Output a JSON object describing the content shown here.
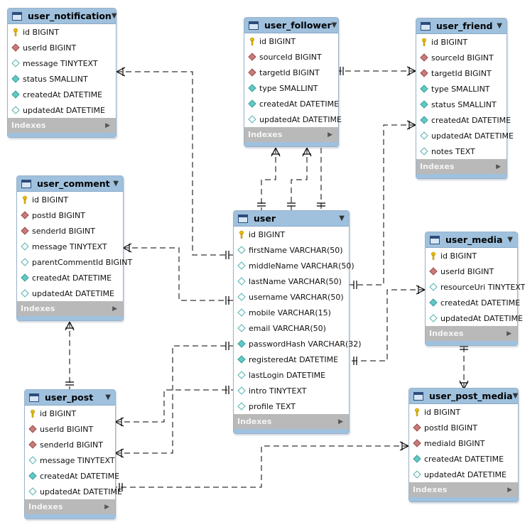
{
  "tables": {
    "user_notification": {
      "name": "user_notification",
      "columns": [
        {
          "text": "id BIGINT",
          "kind": "key"
        },
        {
          "text": "userId BIGINT",
          "kind": "fk"
        },
        {
          "text": "message TINYTEXT",
          "kind": "nu"
        },
        {
          "text": "status SMALLINT",
          "kind": "nn"
        },
        {
          "text": "createdAt DATETIME",
          "kind": "nn"
        },
        {
          "text": "updatedAt DATETIME",
          "kind": "nu"
        }
      ],
      "indexes": "Indexes"
    },
    "user_follower": {
      "name": "user_follower",
      "columns": [
        {
          "text": "id BIGINT",
          "kind": "key"
        },
        {
          "text": "sourceId BIGINT",
          "kind": "fk"
        },
        {
          "text": "targetId BIGINT",
          "kind": "fk"
        },
        {
          "text": "type SMALLINT",
          "kind": "nn"
        },
        {
          "text": "createdAt DATETIME",
          "kind": "nn"
        },
        {
          "text": "updatedAt DATETIME",
          "kind": "nu"
        }
      ],
      "indexes": "Indexes"
    },
    "user_friend": {
      "name": "user_friend",
      "columns": [
        {
          "text": "id BIGINT",
          "kind": "key"
        },
        {
          "text": "sourceId BIGINT",
          "kind": "fk"
        },
        {
          "text": "targetId BIGINT",
          "kind": "fk"
        },
        {
          "text": "type SMALLINT",
          "kind": "nn"
        },
        {
          "text": "status SMALLINT",
          "kind": "nn"
        },
        {
          "text": "createdAt DATETIME",
          "kind": "nn"
        },
        {
          "text": "updatedAt DATETIME",
          "kind": "nu"
        },
        {
          "text": "notes TEXT",
          "kind": "nu"
        }
      ],
      "indexes": "Indexes"
    },
    "user_comment": {
      "name": "user_comment",
      "columns": [
        {
          "text": "id BIGINT",
          "kind": "key"
        },
        {
          "text": "postId BIGINT",
          "kind": "fk"
        },
        {
          "text": "senderId BIGINT",
          "kind": "fk"
        },
        {
          "text": "message TINYTEXT",
          "kind": "nu"
        },
        {
          "text": "parentCommentId BIGINT",
          "kind": "nu"
        },
        {
          "text": "createdAt DATETIME",
          "kind": "nn"
        },
        {
          "text": "updatedAt DATETIME",
          "kind": "nu"
        }
      ],
      "indexes": "Indexes"
    },
    "user": {
      "name": "user",
      "columns": [
        {
          "text": "id BIGINT",
          "kind": "key"
        },
        {
          "text": "firstName VARCHAR(50)",
          "kind": "nu"
        },
        {
          "text": "middleName VARCHAR(50)",
          "kind": "nu"
        },
        {
          "text": "lastName VARCHAR(50)",
          "kind": "nu"
        },
        {
          "text": "username VARCHAR(50)",
          "kind": "nu"
        },
        {
          "text": "mobile VARCHAR(15)",
          "kind": "nu"
        },
        {
          "text": "email VARCHAR(50)",
          "kind": "nu"
        },
        {
          "text": "passwordHash VARCHAR(32)",
          "kind": "nn"
        },
        {
          "text": "registeredAt DATETIME",
          "kind": "nn"
        },
        {
          "text": "lastLogin DATETIME",
          "kind": "nu"
        },
        {
          "text": "intro TINYTEXT",
          "kind": "nu"
        },
        {
          "text": "profile TEXT",
          "kind": "nu"
        }
      ],
      "indexes": "Indexes"
    },
    "user_media": {
      "name": "user_media",
      "columns": [
        {
          "text": "id BIGINT",
          "kind": "key"
        },
        {
          "text": "userId BIGINT",
          "kind": "fk"
        },
        {
          "text": "resourceUri TINYTEXT",
          "kind": "nu"
        },
        {
          "text": "createdAt DATETIME",
          "kind": "nn"
        },
        {
          "text": "updatedAt DATETIME",
          "kind": "nu"
        }
      ],
      "indexes": "Indexes"
    },
    "user_post": {
      "name": "user_post",
      "columns": [
        {
          "text": "id BIGINT",
          "kind": "key"
        },
        {
          "text": "userId BIGINT",
          "kind": "fk"
        },
        {
          "text": "senderId BIGINT",
          "kind": "fk"
        },
        {
          "text": "message TINYTEXT",
          "kind": "nu"
        },
        {
          "text": "createdAt DATETIME",
          "kind": "nn"
        },
        {
          "text": "updatedAt DATETIME",
          "kind": "nu"
        }
      ],
      "indexes": "Indexes"
    },
    "user_post_media": {
      "name": "user_post_media",
      "columns": [
        {
          "text": "id BIGINT",
          "kind": "key"
        },
        {
          "text": "postId BIGINT",
          "kind": "fk"
        },
        {
          "text": "mediaId BIGINT",
          "kind": "fk"
        },
        {
          "text": "createdAt DATETIME",
          "kind": "nn"
        },
        {
          "text": "updatedAt DATETIME",
          "kind": "nu"
        }
      ],
      "indexes": "Indexes"
    }
  },
  "relationships": [
    {
      "from": "user_notification",
      "to": "user",
      "from_card": "many",
      "to_card": "one"
    },
    {
      "from": "user_comment",
      "to": "user",
      "from_card": "many",
      "to_card": "one"
    },
    {
      "from": "user_post",
      "to": "user",
      "from_card": "many",
      "to_card": "one",
      "via": "userId"
    },
    {
      "from": "user_post",
      "to": "user",
      "from_card": "many",
      "to_card": "one",
      "via": "senderId"
    },
    {
      "from": "user_follower",
      "to": "user",
      "from_card": "many",
      "to_card": "one",
      "via": "sourceId"
    },
    {
      "from": "user_follower",
      "to": "user",
      "from_card": "many",
      "to_card": "one",
      "via": "targetId"
    },
    {
      "from": "user_friend",
      "to": "user",
      "from_card": "many",
      "to_card": "one",
      "via": "sourceId"
    },
    {
      "from": "user_friend",
      "to": "user",
      "from_card": "many",
      "to_card": "one",
      "via": "targetId"
    },
    {
      "from": "user_media",
      "to": "user",
      "from_card": "many",
      "to_card": "one"
    },
    {
      "from": "user_comment",
      "to": "user_post",
      "from_card": "many",
      "to_card": "one"
    },
    {
      "from": "user_post_media",
      "to": "user_post",
      "from_card": "many",
      "to_card": "one"
    },
    {
      "from": "user_post_media",
      "to": "user_media",
      "from_card": "many",
      "to_card": "one"
    }
  ]
}
